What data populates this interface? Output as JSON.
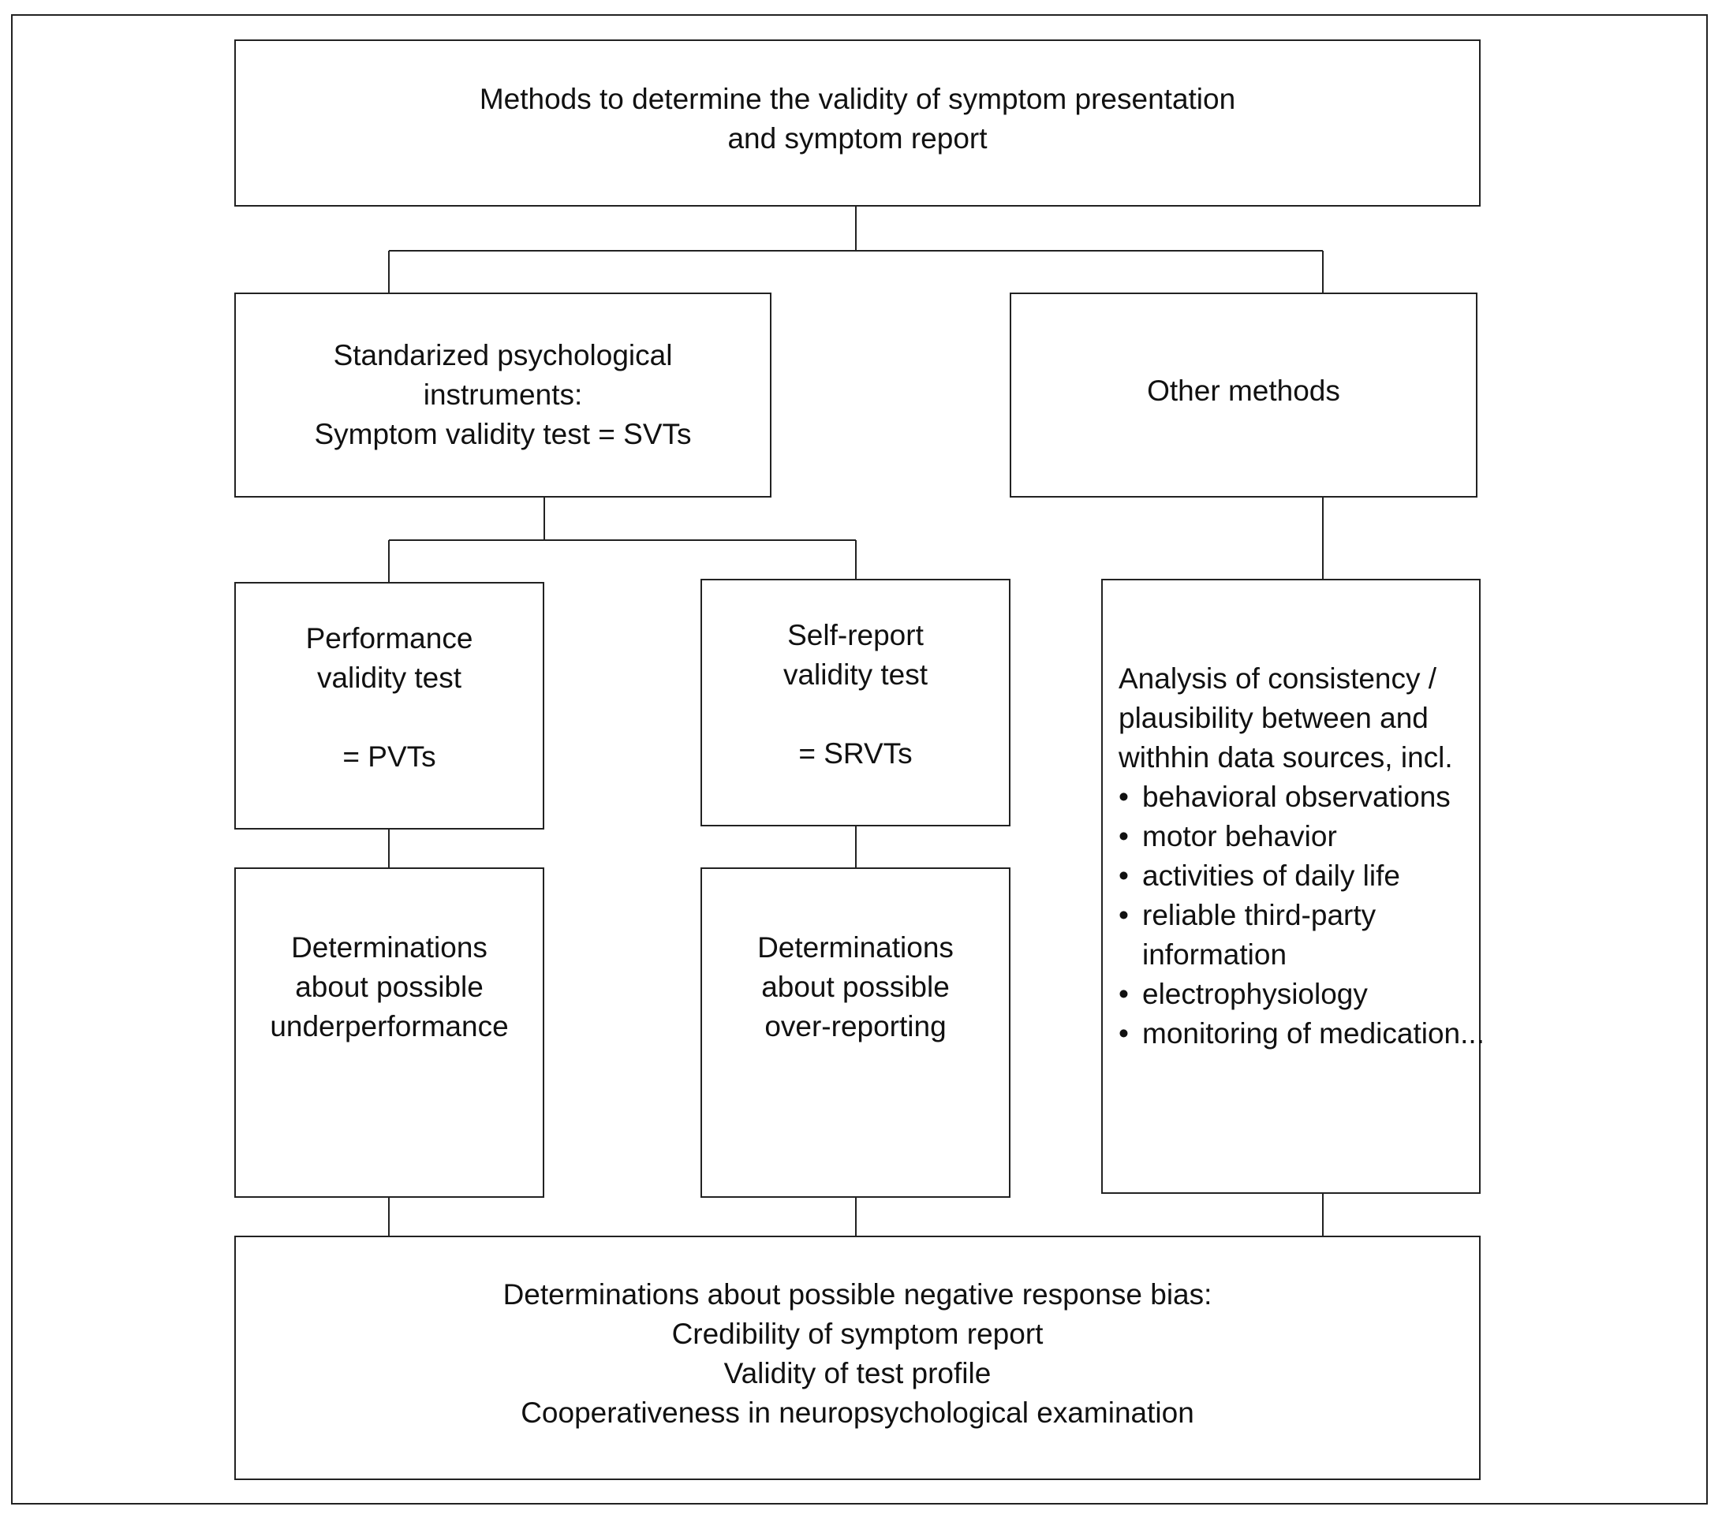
{
  "diagram": {
    "top_box": {
      "lines": [
        "Methods to determine the validity of symptom presentation",
        "and symptom report"
      ]
    },
    "svt_box": {
      "lines": [
        "Standarized psychological",
        "instruments:",
        "Symptom validity test = SVTs"
      ]
    },
    "other_box": {
      "lines": [
        "Other methods"
      ]
    },
    "pvt_box": {
      "lines": [
        "Performance",
        "validity test",
        "= PVTs"
      ]
    },
    "srvt_box": {
      "lines": [
        "Self-report",
        "validity test",
        "= SRVTs"
      ]
    },
    "underperformance_box": {
      "lines": [
        "Determinations",
        "about possible",
        "underperformance"
      ]
    },
    "overreporting_box": {
      "lines": [
        "Determinations",
        "about possible",
        "over-reporting"
      ]
    },
    "analysis_box": {
      "intro_lines": [
        "Analysis of consistency /",
        "plausibility between and",
        "withhin data sources, incl."
      ],
      "bullet_symbol": "•",
      "bullets": [
        [
          "behavioral observations"
        ],
        [
          "motor behavior"
        ],
        [
          "activities of daily life"
        ],
        [
          "reliable third-party",
          "information"
        ],
        [
          "electrophysiology"
        ],
        [
          "monitoring of medication..."
        ]
      ]
    },
    "bottom_box": {
      "lines": [
        "Determinations about possible negative response bias:",
        "Credibility of symptom report",
        "Validity of test profile",
        "Cooperativeness in neuropsychological examination"
      ]
    }
  }
}
